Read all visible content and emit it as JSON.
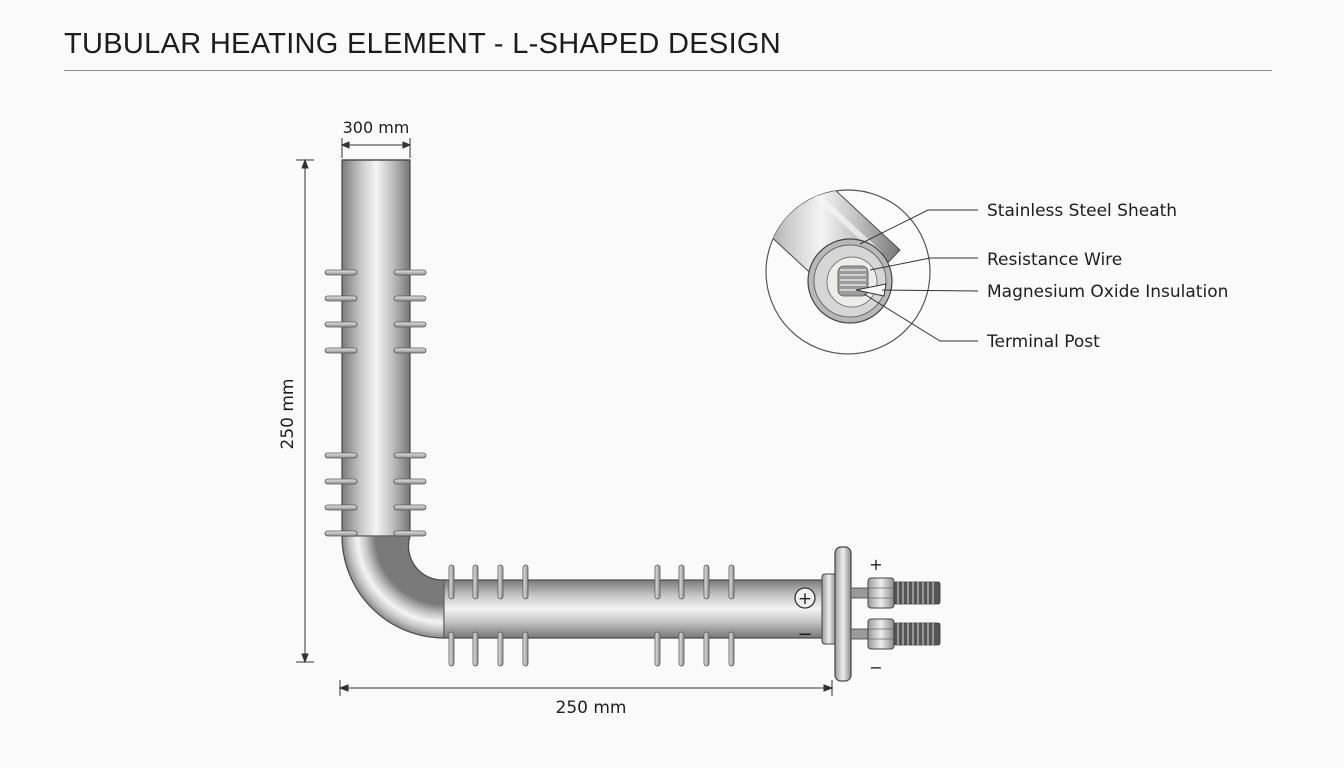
{
  "title": "TUBULAR HEATING ELEMENT - L-SHAPED DESIGN",
  "dimensions": {
    "top_width": "300 mm",
    "vertical_length": "250 mm",
    "horizontal_length": "250 mm"
  },
  "terminal_signs": {
    "circle_plus": "+",
    "minus_side": "−",
    "terminal_plus": "+",
    "terminal_minus": "−"
  },
  "callouts": [
    {
      "label": "Stainless Steel Sheath"
    },
    {
      "label": "Resistance Wire"
    },
    {
      "label": "Magnesium Oxide Insulation"
    },
    {
      "label": "Terminal Post"
    }
  ],
  "colors": {
    "tube_dark": "#7d7d7d",
    "tube_light": "#f2f2f2",
    "line": "#333333"
  }
}
